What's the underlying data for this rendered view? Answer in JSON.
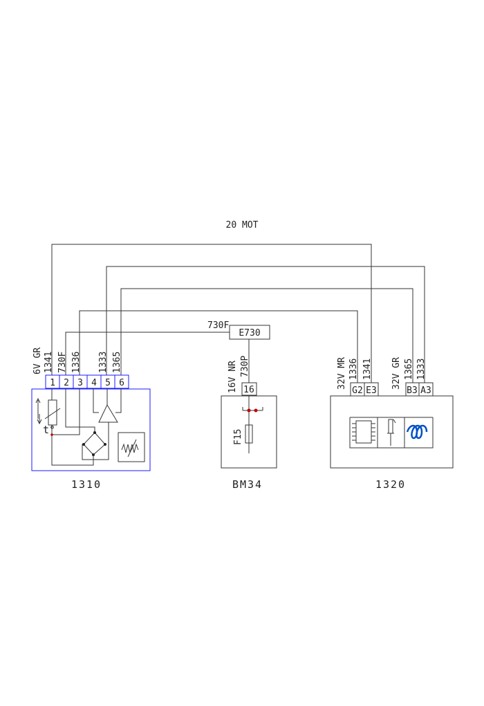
{
  "title": "20 MOT",
  "colors": {
    "connector_1310": "#1a1aff",
    "junction": "#c00000",
    "coil": "#0050c8",
    "wire": "#333333"
  },
  "components": {
    "c1310": {
      "label": "1310",
      "pins": [
        "1",
        "2",
        "3",
        "4",
        "5",
        "6"
      ],
      "wire_info": {
        "spec": "6V GR",
        "w1": "1341",
        "w2": "730F",
        "w3": "1336",
        "w5": "1333",
        "w6": "1365"
      }
    },
    "bm34": {
      "label": "BM34",
      "pin": "16",
      "spec": "16V NR",
      "wire": "730P",
      "fuse": "F15"
    },
    "c1320": {
      "label": "1320",
      "pins": [
        "G2",
        "E3",
        "B3",
        "A3"
      ],
      "spec_left": "32V MR",
      "spec_right": "32V GR",
      "wires": {
        "G2": "1336",
        "E3": "1341",
        "B3": "1365",
        "A3": "1333"
      }
    },
    "e730": {
      "label": "E730",
      "wire_in": "730F"
    }
  }
}
